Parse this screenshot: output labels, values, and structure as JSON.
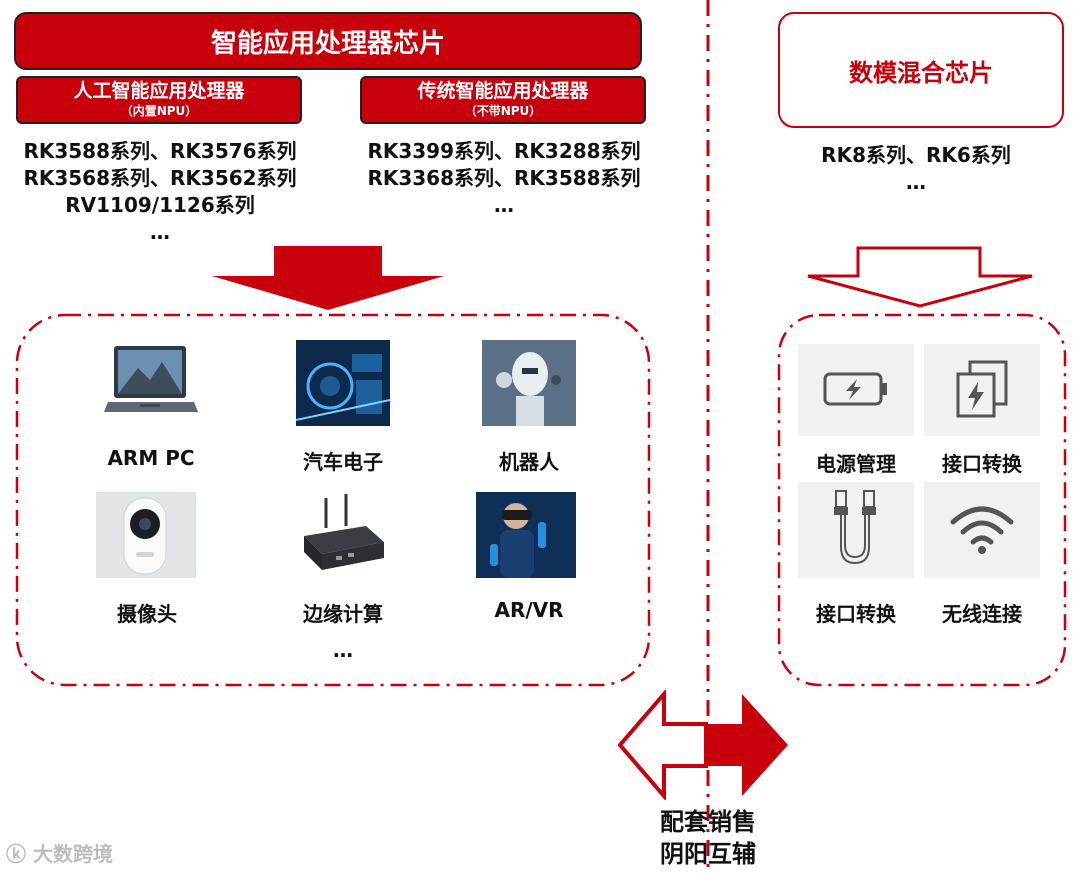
{
  "left": {
    "main_title": "智能应用处理器芯片",
    "ai": {
      "title": "人工智能应用处理器",
      "note": "（内置NPU）",
      "series": [
        "RK3588系列、RK3576系列",
        "RK3568系列、RK3562系列",
        "RV1109/1126系列",
        "…"
      ]
    },
    "traditional": {
      "title": "传统智能应用处理器",
      "note": "（不带NPU）",
      "series": [
        "RK3399系列、RK3288系列",
        "RK3368系列、RK3588系列",
        "…"
      ]
    },
    "applications": [
      "ARM PC",
      "汽车电子",
      "机器人",
      "摄像头",
      "边缘计算",
      "AR/VR"
    ],
    "more": "…"
  },
  "right": {
    "title": "数模混合芯片",
    "series": [
      "RK8系列、RK6系列",
      "…"
    ],
    "applications": [
      "电源管理",
      "接口转换",
      "接口转换",
      "无线连接"
    ]
  },
  "footer": {
    "line1": "配套销售",
    "line2": "阴阳互辅"
  },
  "watermark": "大数跨境",
  "colors": {
    "brand_red": "#c8000b",
    "border_dark": "#222222",
    "divider": "#c8000b"
  },
  "icons": [
    "battery-charging-icon",
    "interface-swap-icon",
    "usb-cable-icon",
    "wifi-icon"
  ]
}
